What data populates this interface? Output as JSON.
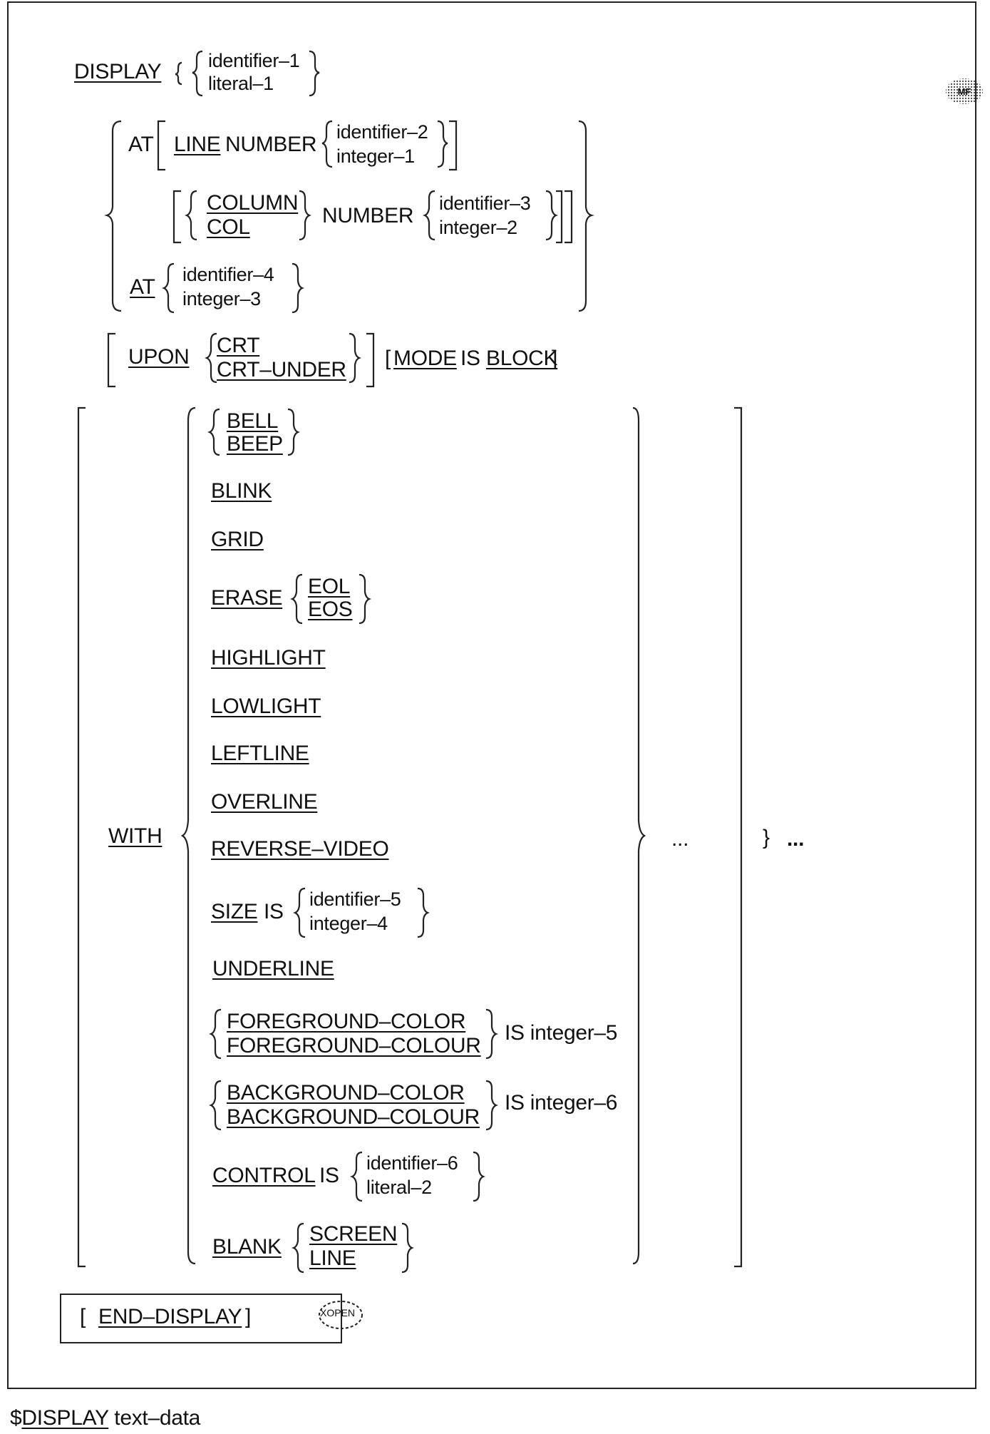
{
  "display": "DISPLAY",
  "identifier_1": "identifier–1",
  "literal_1": "literal–1",
  "at": "AT",
  "line": "LINE",
  "number": "NUMBER",
  "identifier_2": "identifier–2",
  "integer_1": "integer–1",
  "column": "COLUMN",
  "col": "COL",
  "identifier_3": "identifier–3",
  "integer_2": "integer–2",
  "identifier_4": "identifier–4",
  "integer_3": "integer–3",
  "upon": "UPON",
  "crt": "CRT",
  "crt_under": "CRT–UNDER",
  "mode_open": "[",
  "mode": "MODE",
  "is": "IS",
  "block": "BLOCK",
  "mode_close": "]",
  "with": "WITH",
  "bell": "BELL",
  "beep": "BEEP",
  "blink": "BLINK",
  "grid": "GRID",
  "erase": "ERASE",
  "eol": "EOL",
  "eos": "EOS",
  "highlight": "HIGHLIGHT",
  "lowlight": "LOWLIGHT",
  "leftline": "LEFTLINE",
  "overline": "OVERLINE",
  "reverse_video": "REVERSE–VIDEO",
  "size": "SIZE",
  "identifier_5": "identifier–5",
  "integer_4": "integer–4",
  "underline": "UNDERLINE",
  "foreground_color": "FOREGROUND–COLOR",
  "foreground_colour": "FOREGROUND–COLOUR",
  "is_integer_5": "IS integer–5",
  "background_color": "BACKGROUND–COLOR",
  "background_colour": "BACKGROUND–COLOUR",
  "is_integer_6": "IS integer–6",
  "control": "CONTROL",
  "identifier_6": "identifier–6",
  "literal_2": "literal–2",
  "blank": "BLANK",
  "screen": "SCREEN",
  "line_opt": "LINE",
  "ellipsis_inner": "...",
  "brace_close": "}",
  "ellipsis_outer": "...",
  "end_open": "[",
  "end_display": "END–DISPLAY",
  "end_close": "]",
  "xopen_label": "XOPEN",
  "mf_label": "MF",
  "footer_prefix": "$",
  "footer_display": "DISPLAY",
  "footer_rest": " text–data",
  "badge_color": "#555555"
}
